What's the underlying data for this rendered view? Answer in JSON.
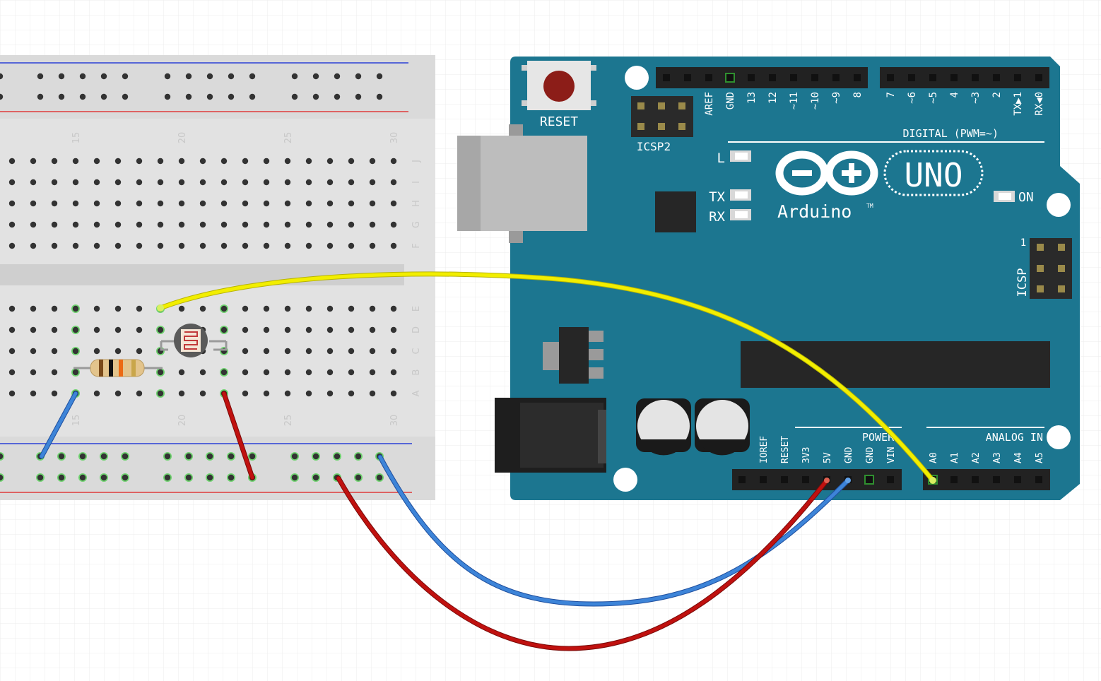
{
  "breadboard": {
    "column_numbers": [
      "15",
      "20",
      "25",
      "30"
    ],
    "row_letters_top": [
      "J",
      "I",
      "H",
      "G",
      "F"
    ],
    "row_letters_bottom": [
      "E",
      "D",
      "C",
      "B",
      "A"
    ]
  },
  "arduino": {
    "brand": "Arduino",
    "trademark": "TM",
    "model": "UNO",
    "reset_label": "RESET",
    "icsp2_label": "ICSP2",
    "icsp_label": "ICSP",
    "icsp_pin1": "1",
    "led_l": "L",
    "led_tx": "TX",
    "led_rx": "RX",
    "led_on": "ON",
    "digital_label": "DIGITAL (PWM=~)",
    "digital_pins": [
      "AREF",
      "GND",
      "13",
      "12",
      "~11",
      "~10",
      "~9",
      "8",
      "7",
      "~6",
      "~5",
      "4",
      "~3",
      "2",
      "TX▶1",
      "RX◀0"
    ],
    "power_label": "POWER",
    "power_pins": [
      "IOREF",
      "RESET",
      "3V3",
      "5V",
      "GND",
      "GND",
      "VIN"
    ],
    "analog_label": "ANALOG IN",
    "analog_pins": [
      "A0",
      "A1",
      "A2",
      "A3",
      "A4",
      "A5"
    ]
  },
  "colors": {
    "board": "#1c7690",
    "wire_yellow": "#f2ee00",
    "wire_red": "#c0110f",
    "wire_blue": "#3d84d8",
    "rail_red": "#e03a3a",
    "rail_blue": "#2b3fd6"
  }
}
